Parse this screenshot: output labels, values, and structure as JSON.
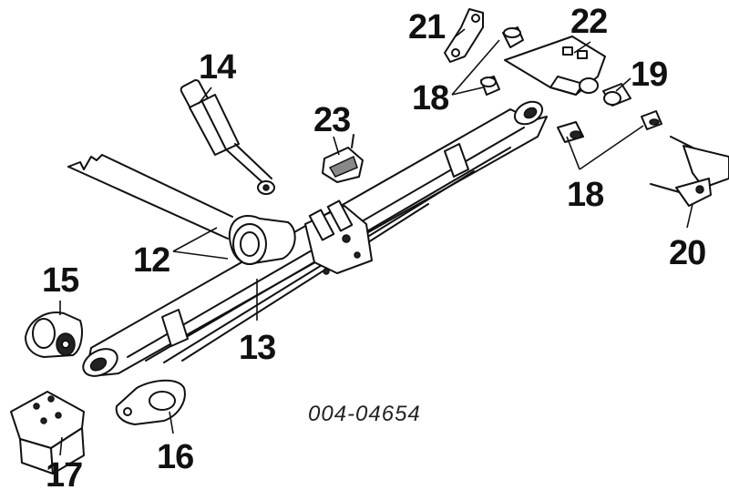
{
  "diagram": {
    "part_number": "004-04654",
    "callouts": {
      "c12": "12",
      "c13": "13",
      "c14": "14",
      "c15": "15",
      "c16": "16",
      "c17": "17",
      "c18a": "18",
      "c18b": "18",
      "c19": "19",
      "c20": "20",
      "c21": "21",
      "c22": "22",
      "c23": "23"
    }
  }
}
